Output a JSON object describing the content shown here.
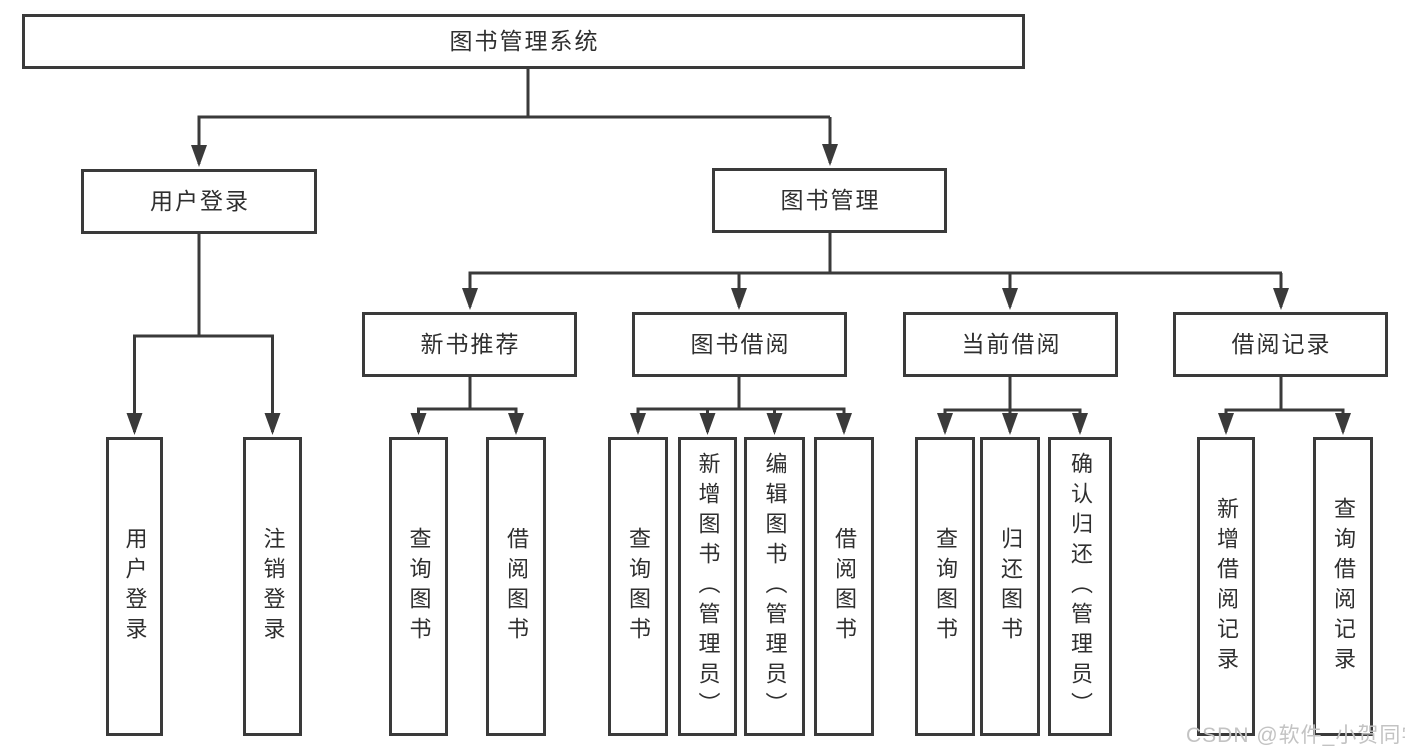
{
  "diagram": {
    "root": {
      "label": "图书管理系统"
    },
    "branches": [
      {
        "label": "用户登录",
        "children": [
          {
            "label": "用户登录"
          },
          {
            "label": "注销登录"
          }
        ]
      },
      {
        "label": "图书管理",
        "children": [
          {
            "label": "新书推荐",
            "children": [
              {
                "label": "查询图书"
              },
              {
                "label": "借阅图书"
              }
            ]
          },
          {
            "label": "图书借阅",
            "children": [
              {
                "label": "查询图书"
              },
              {
                "label": "新增图书（管理员）"
              },
              {
                "label": "编辑图书（管理员）"
              },
              {
                "label": "借阅图书"
              }
            ]
          },
          {
            "label": "当前借阅",
            "children": [
              {
                "label": "查询图书"
              },
              {
                "label": "归还图书"
              },
              {
                "label": "确认归还（管理员）"
              }
            ]
          },
          {
            "label": "借阅记录",
            "children": [
              {
                "label": "新增借阅记录"
              },
              {
                "label": "查询借阅记录"
              }
            ]
          }
        ]
      }
    ]
  },
  "watermark": {
    "text": "CSDN @软件_小贺同学"
  },
  "colors": {
    "line": "#3a3a3a",
    "text": "#2f2f2f",
    "box_bg": "#ffffff",
    "page_bg": "#ffffff",
    "watermark": "#c3c3c3"
  }
}
